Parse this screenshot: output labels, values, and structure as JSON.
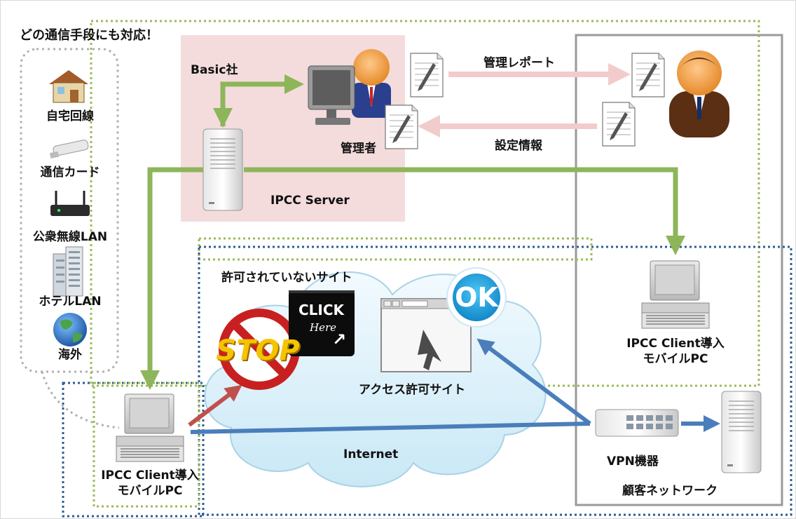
{
  "diagram": {
    "any_channel_heading": "どの通信手段にも対応！",
    "channels": [
      {
        "label": "自宅回線",
        "icon": "house-icon"
      },
      {
        "label": "通信カード",
        "icon": "usb-modem-icon"
      },
      {
        "label": "公衆無線LAN",
        "icon": "wifi-router-icon"
      },
      {
        "label": "ホテルLAN",
        "icon": "hotel-building-icon"
      },
      {
        "label": "海外",
        "icon": "globe-icon"
      }
    ],
    "company_label": "Basic社",
    "admin_label": "管理者",
    "server_label": "IPCC Server",
    "report_label": "管理レポート",
    "settings_label": "設定情報",
    "blocked_site_label": "許可されていないサイト",
    "click_line1": "CLICK",
    "click_line2": "Here",
    "stop_text": "STOP",
    "ok_text": "OK",
    "allowed_site_label": "アクセス許可サイト",
    "internet_label": "Internet",
    "client_left_line1": "IPCC Client導入",
    "client_left_line2": "モバイルPC",
    "client_right_line1": "IPCC Client導入",
    "client_right_line2": "モバイルPC",
    "vpn_label": "VPN機器",
    "customer_network_label": "顧客ネットワーク",
    "colors": {
      "green": "#8db55a",
      "blue": "#4a7ebb",
      "pink_arrow": "#f2cccc",
      "red_arrow": "#c0504d",
      "company_bg": "#f4dcdc",
      "gray_frame": "#9a9a9a",
      "blue_dotted": "#2e5c94",
      "green_dotted": "#9bbb59"
    }
  }
}
